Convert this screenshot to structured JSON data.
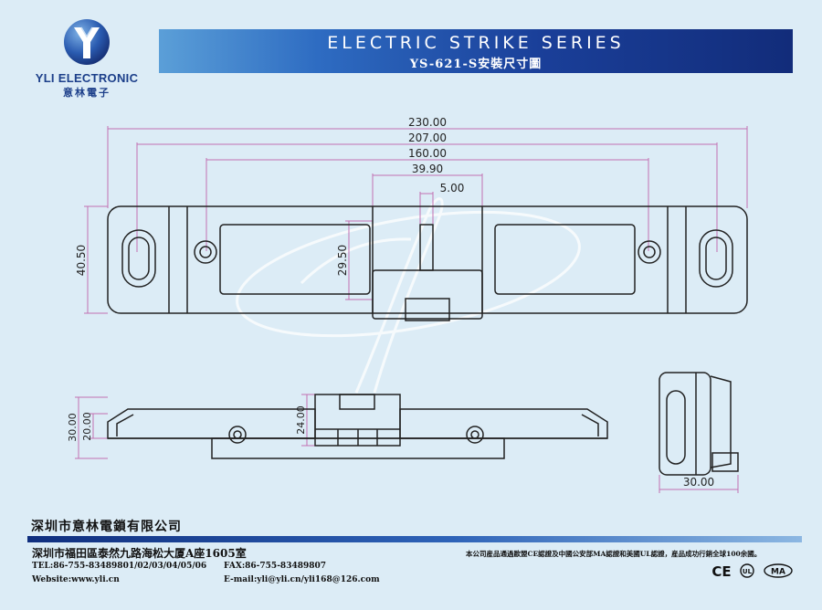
{
  "logo": {
    "name_en": "YLI ELECTRONIC",
    "name_cn": "意林電子",
    "brand_color": "#1c3f8a"
  },
  "banner": {
    "title": "ELECTRIC STRIKE SERIES",
    "subtitle": "YS-621-S安裝尺寸圖"
  },
  "dimensions": {
    "overall_length": "230.00",
    "hole_span": "207.00",
    "window_span": "160.00",
    "center_width": "39.90",
    "slot_width": "5.00",
    "body_height": "40.50",
    "window_height": "29.50",
    "side_total": "30.00",
    "side_body": "20.00",
    "hinge_height": "24.00",
    "end_depth": "30.00"
  },
  "footer": {
    "company": "深圳市意林電鎖有限公司",
    "address": "深圳市福田區泰然九路海松大厦A座1605室",
    "tel": "TEL:86-755-83489801/02/03/04/05/06",
    "fax": "FAX:86-755-83489807",
    "website": "Website:www.yli.cn",
    "email": "E-mail:yli@yli.cn/yli168@126.com",
    "cert_note": "本公司産品通過歐盟CE認證及中國公安部MA認證和美國UL認證，産品成功行銷全球100余國。",
    "certs": [
      "CE",
      "UL",
      "MA"
    ]
  },
  "colors": {
    "banner_dark": "#122c7a",
    "banner_light": "#5b9fd8",
    "dimension_line": "#b0579e",
    "background": "#dcecf6"
  }
}
